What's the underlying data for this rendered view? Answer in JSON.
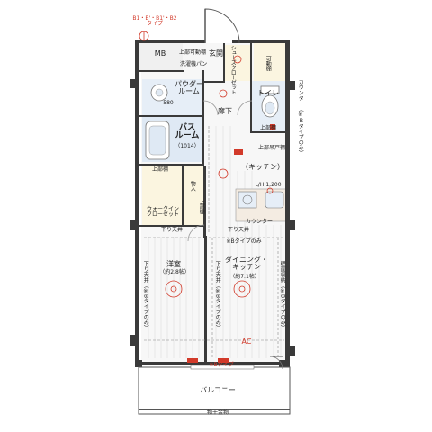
{
  "colors": {
    "wall": "#3a3a3a",
    "floor": "#f4f4f4",
    "wetarea": "#dfe9f4",
    "closet": "#fbf5e0",
    "counter": "#f5efe8",
    "accent": "#d23a2a",
    "orange": "#e8782a"
  },
  "labels": {
    "type_note": "B1・B'・B1'・B2\nタイプ",
    "mb": "MB",
    "entrance": "玄関",
    "shoe_closet": "シューズクローゼット",
    "movable_shelf": "可動棚",
    "upper_movable_shelf": "上部可動棚",
    "washer_pan": "洗濯機パン",
    "powder_room": "パウダー\nルーム",
    "toilet": "トイレ",
    "hallway": "廊下",
    "counter_note": "カウンター（※Ｂタイプのみ）",
    "upper_cabinet_1": "上部棚",
    "upper_storage": "上部吊戸棚",
    "bath": "バス\nルーム",
    "bath_size": "（1014）",
    "kitchen": "（キッチン）",
    "lh": "L/H:1,200",
    "upper_cabinet_2": "上部棚",
    "storage": "物入",
    "upper_cabinet_3": "上部棚",
    "wic": "ウォークイン\nクローゼット",
    "counter": "カウンター",
    "tu_ceiling_1": "下り天井",
    "tu_ceiling_2": "下り天井",
    "b_only_1": "※Bタイプのみ",
    "western_room": "洋室",
    "western_size": "（約2.8帖）",
    "dining": "ダイニング・\nキッチン",
    "dining_size": "（約7.1帖）",
    "tu_note_left": "下り天井（※Bタイプのみ）",
    "sliding_note": "下り天井（※Bタイプのみ）",
    "wall_storage_note": "壁面収納（※Bタイプのみ）",
    "ac": "AC",
    "b_only_2": "※Bタイプ",
    "balcony": "バルコニー",
    "drain": "物干金物",
    "dim_580": "580"
  },
  "icons": {
    "compass": "n-arrow-icon",
    "ceiling_light": "ceiling-light-icon",
    "toilet": "toilet-icon",
    "sink": "sink-icon",
    "stove": "stove-icon",
    "bathtub": "bathtub-icon"
  }
}
